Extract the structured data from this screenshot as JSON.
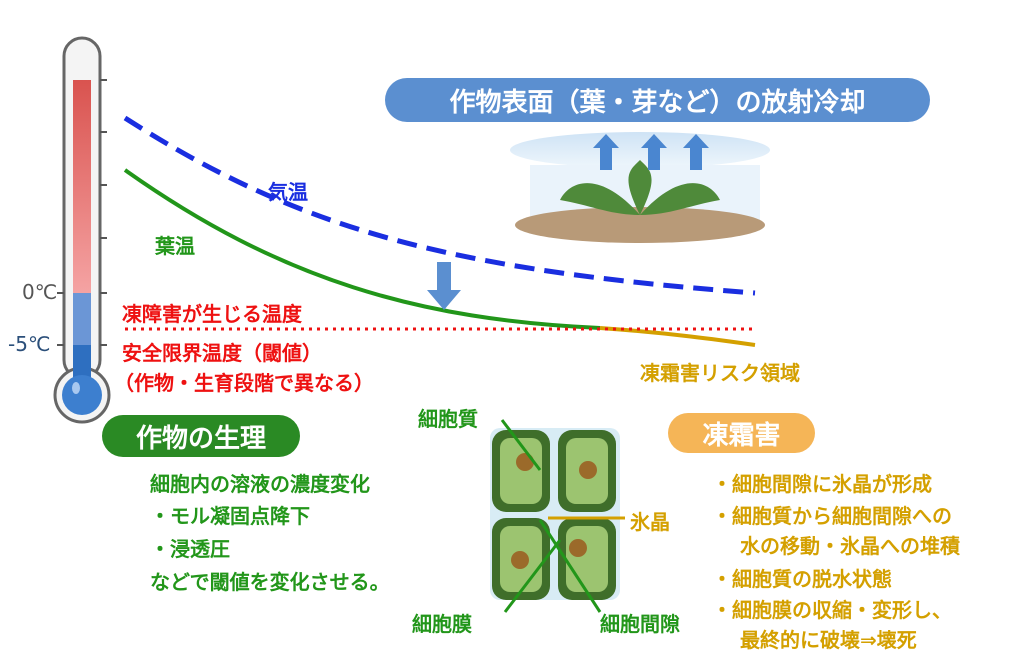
{
  "thermometer": {
    "label_0": "0℃",
    "label_minus5": "-5℃"
  },
  "curves": {
    "air_temp_label": "気温",
    "leaf_temp_label": "葉温"
  },
  "radiative_cooling": {
    "title": "作物表面（葉・芽など）の放射冷却"
  },
  "threshold": {
    "freeze_injury_temp": "凍障害が生じる温度",
    "safe_limit": "安全限界温度（閾値）",
    "varies_note": "（作物・生育段階で異なる）"
  },
  "risk_zone_label": "凍霜害リスク領域",
  "physiology": {
    "title": "作物の生理",
    "lines": [
      "細胞内の溶液の濃度変化",
      "・モル凝固点降下",
      "・浸透圧",
      "などで閾値を変化させる。"
    ]
  },
  "cell": {
    "cytoplasm": "細胞質",
    "ice_crystal": "氷晶",
    "membrane": "細胞膜",
    "intercellular_space": "細胞間隙"
  },
  "frost_damage": {
    "title": "凍霜害",
    "lines": [
      "・細胞間隙に氷晶が形成",
      "・細胞質から細胞間隙への",
      "水の移動・氷晶への堆積",
      "・細胞質の脱水状態",
      "・細胞膜の収縮・変形し、",
      "最終的に破壊⇒壊死"
    ]
  },
  "colors": {
    "air": "#1a2ee0",
    "leaf": "#22961a",
    "threshold": "#ee1111",
    "risk": "#d4a000",
    "title_badge": "#5b8fd0",
    "phys_badge": "#2a8a24",
    "frost_badge": "#f5b557"
  }
}
